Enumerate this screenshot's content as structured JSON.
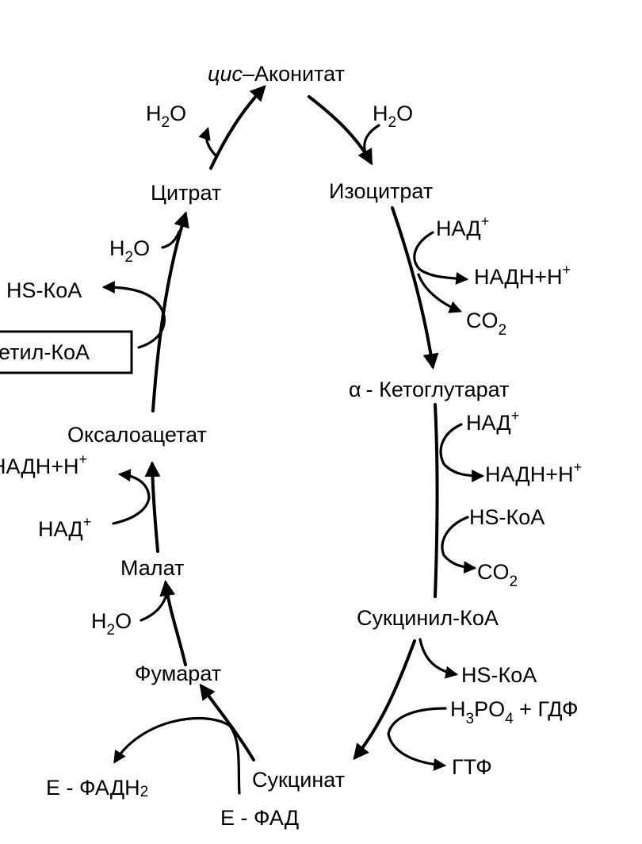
{
  "metabolites": {
    "cis_aconitate_prefix": "цис",
    "cis_aconitate_suffix": "–Аконитат",
    "isocitrate": "Изоцитрат",
    "alpha_prefix": "α",
    "alpha_ketoglutarate": "- Кетоглутарат",
    "succinyl_coa": "Сукцинил-КоА",
    "succinate": "Сукцинат",
    "fumarate": "Фумарат",
    "malate": "Малат",
    "oxaloacetate": "Оксалоацетат",
    "citrate": "Цитрат",
    "acetyl_coa": "етил-КоА"
  },
  "cofactors": {
    "water_h": "H",
    "water_sub": "2",
    "water_o": "O",
    "nad": "НАД",
    "nadh": "НАДН+Н",
    "plus": "+",
    "co": "CO",
    "co_sub": "2",
    "hs_coa": "HS-КоА",
    "h3po4_h": "H",
    "h3po4_sub3": "3",
    "h3po4_po": "PO",
    "h3po4_sub4": "4",
    "gdp": " + ГДФ",
    "gtp": "ГТФ",
    "e_fadh": "E - ФАДН",
    "e_fadh_sub": "2",
    "e_fad": "E - ФАД"
  }
}
